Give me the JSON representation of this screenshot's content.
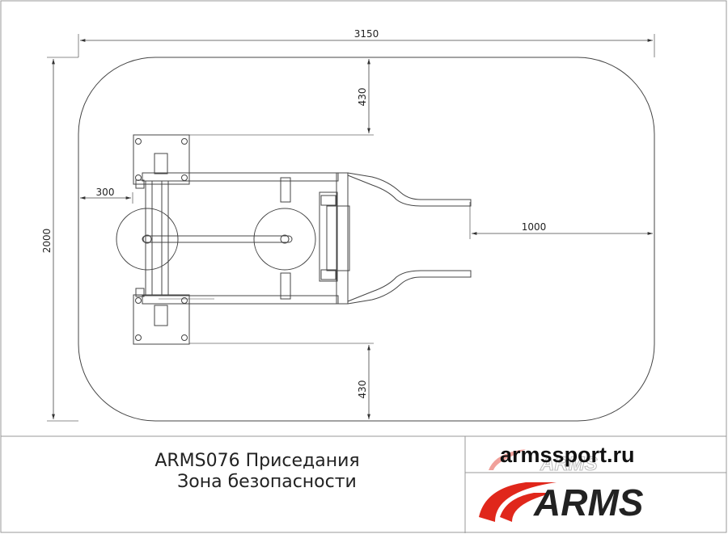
{
  "drawing": {
    "dimensions": {
      "width": "3150",
      "height": "2000",
      "top_clearance": "430",
      "bottom_clearance": "430",
      "left_clearance": "300",
      "right_clearance": "1000"
    }
  },
  "title_block": {
    "title_line1": "ARMS076 Приседания",
    "title_line2": "Зона безопасности",
    "site": "armssport.ru",
    "brand": "ARMS",
    "brand_ghost": "ARMS"
  },
  "colors": {
    "line": "#333333",
    "accent_red": "#e0271b",
    "logo_dark": "#222222"
  }
}
